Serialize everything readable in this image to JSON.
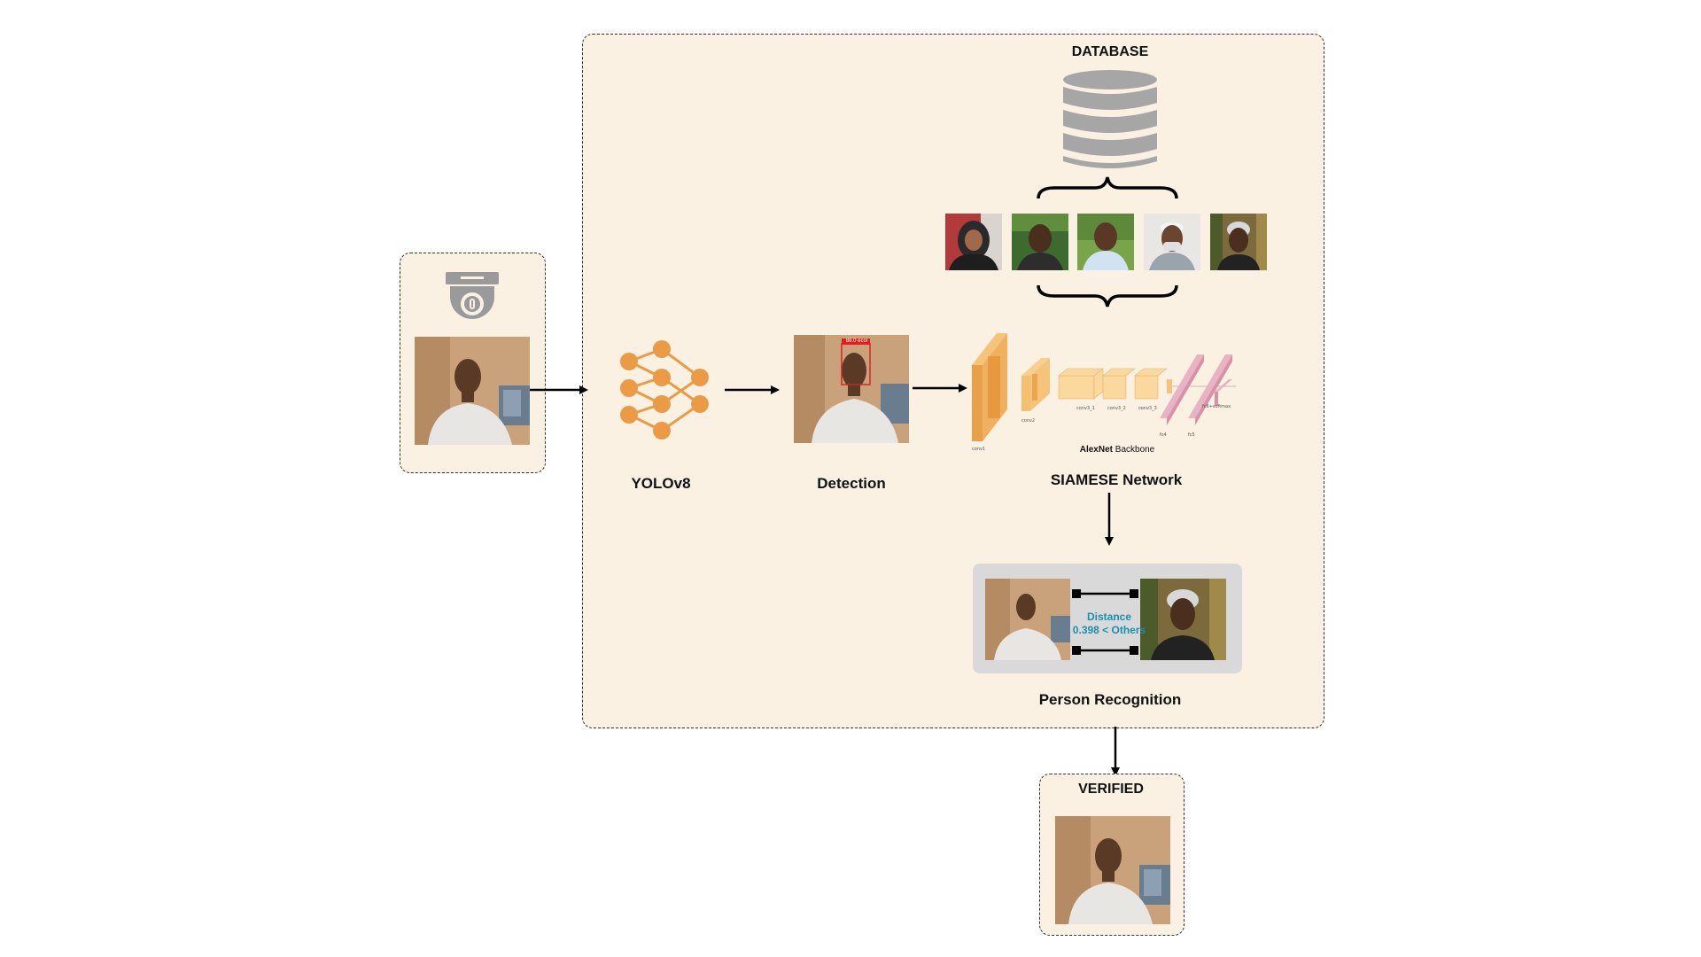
{
  "database": {
    "title": "DATABASE"
  },
  "stages": {
    "yolo": "YOLOv8",
    "detection": "Detection",
    "siamese": "SIAMESE  Network",
    "recognition": "Person Recognition"
  },
  "detection_box_label": "88.0 ecol",
  "backbone": {
    "bold": "AlexNet",
    "rest": " Backbone"
  },
  "distance": {
    "line1": "Distance",
    "line2": "0.398 < Others"
  },
  "verified": {
    "title": "VERIFIED"
  },
  "colors": {
    "panel_bg": "#fbf1e3",
    "orange": "#eb9a45",
    "accent_text": "#1a8fb0",
    "db_gray": "#a6a6a6"
  }
}
